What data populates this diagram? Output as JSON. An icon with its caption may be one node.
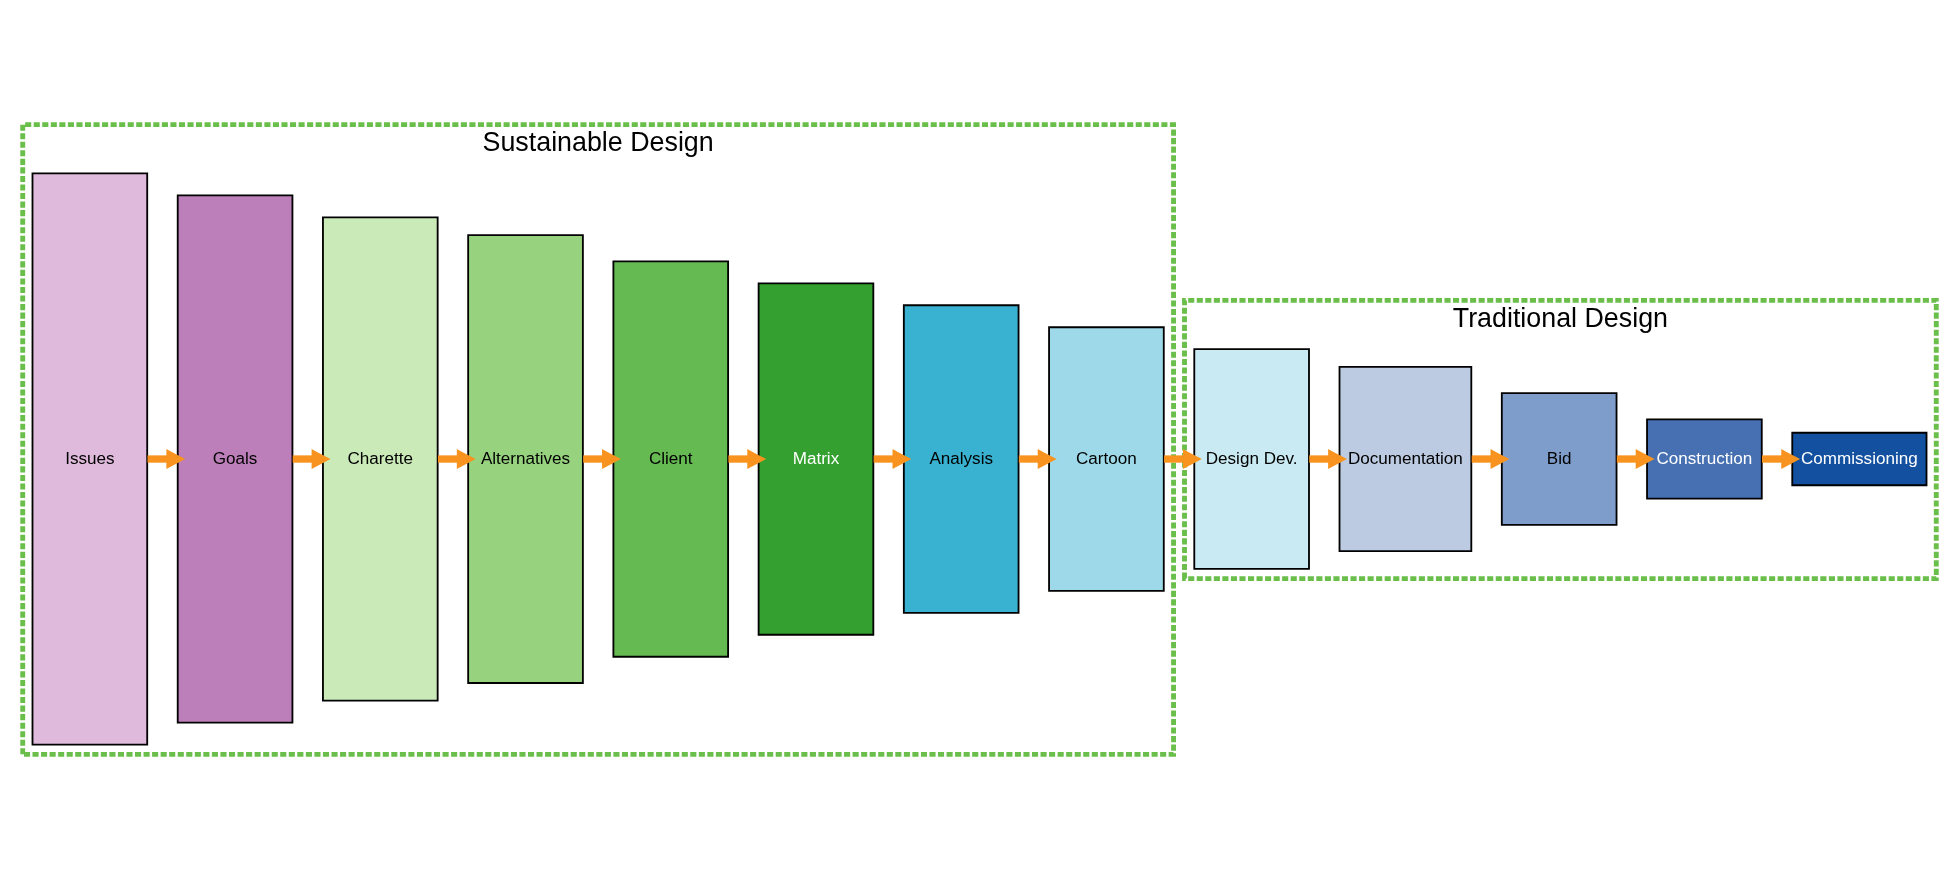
{
  "diagram": {
    "nodes": [
      {
        "text": [
          "Sustainable Design"
        ]
      },
      {
        "text": [
          "Issues"
        ],
        "in": 0
      },
      {
        "text": [
          "Goals"
        ],
        "in": 0
      },
      {
        "text": [
          "Charette"
        ],
        "in": 0
      },
      {
        "text": [
          "Alternatives"
        ],
        "in": 0
      },
      {
        "text": [
          "Client"
        ],
        "in": 0
      },
      {
        "text": [
          "Matrix"
        ],
        "in": 0
      },
      {
        "text": [
          "Analysis"
        ],
        "in": 0
      },
      {
        "text": [
          "Cartoon"
        ],
        "in": 0
      },
      {
        "text": [
          "Traditional Design"
        ]
      },
      {
        "text": [
          "Design Dev."
        ],
        "in": 9
      },
      {
        "text": [
          "Documentation"
        ],
        "in": 9
      },
      {
        "text": [
          "Bid"
        ],
        "in": 9
      },
      {
        "text": [
          "Construction"
        ],
        "in": 9
      },
      {
        "text": [
          "Commissioning"
        ],
        "in": 9
      }
    ],
    "edges": [
      {
        "from": 1,
        "to": 2,
        "arrow": "to"
      },
      {
        "from": 2,
        "to": 3,
        "arrow": "to"
      },
      {
        "from": 3,
        "to": 4,
        "arrow": "to"
      },
      {
        "from": 4,
        "to": 5,
        "arrow": "to"
      },
      {
        "from": 5,
        "to": 6,
        "arrow": "to"
      },
      {
        "from": 6,
        "to": 7,
        "arrow": "to"
      },
      {
        "from": 7,
        "to": 8,
        "arrow": "to"
      },
      {
        "from": 8,
        "to": 10,
        "arrow": "to"
      },
      {
        "from": 10,
        "to": 11,
        "arrow": "to"
      },
      {
        "from": 11,
        "to": 12,
        "arrow": "to"
      },
      {
        "from": 12,
        "to": 13,
        "arrow": "to"
      },
      {
        "from": 13,
        "to": 14,
        "arrow": "to"
      }
    ]
  }
}
